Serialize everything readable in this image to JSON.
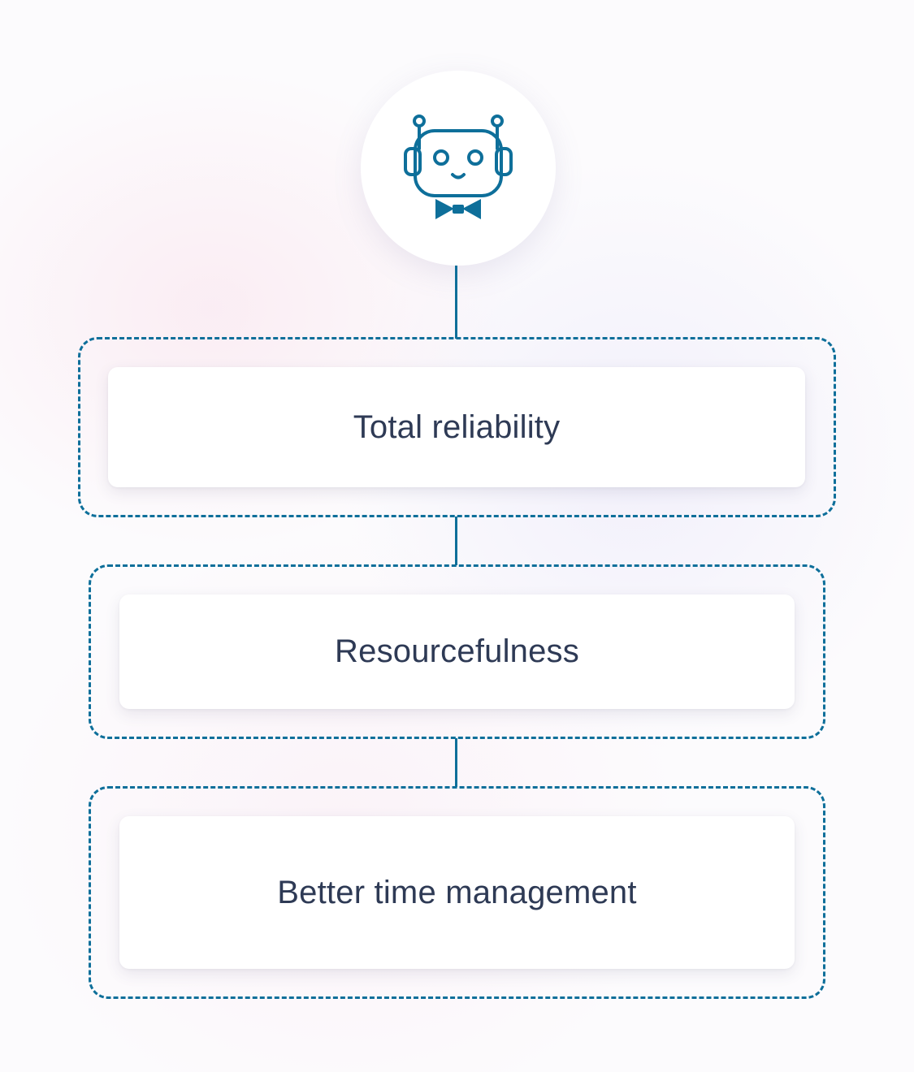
{
  "colors": {
    "accent": "#0e6f9a",
    "card_text": "#2e3a55",
    "card_background": "#ffffff"
  },
  "header": {
    "icon": "robot-bowtie-icon"
  },
  "items": [
    {
      "label": "Total reliability"
    },
    {
      "label": "Resourcefulness"
    },
    {
      "label": "Better time management"
    }
  ]
}
